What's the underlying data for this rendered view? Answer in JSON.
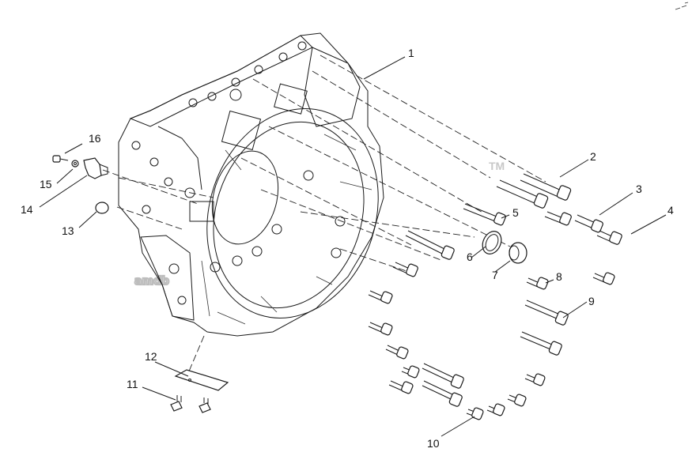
{
  "diagram": {
    "watermark": {
      "text": "amdb",
      "mark": "TM"
    },
    "callouts": [
      "1",
      "2",
      "3",
      "4",
      "5",
      "6",
      "7",
      "8",
      "9",
      "10",
      "11",
      "12",
      "13",
      "14",
      "15",
      "16"
    ]
  }
}
